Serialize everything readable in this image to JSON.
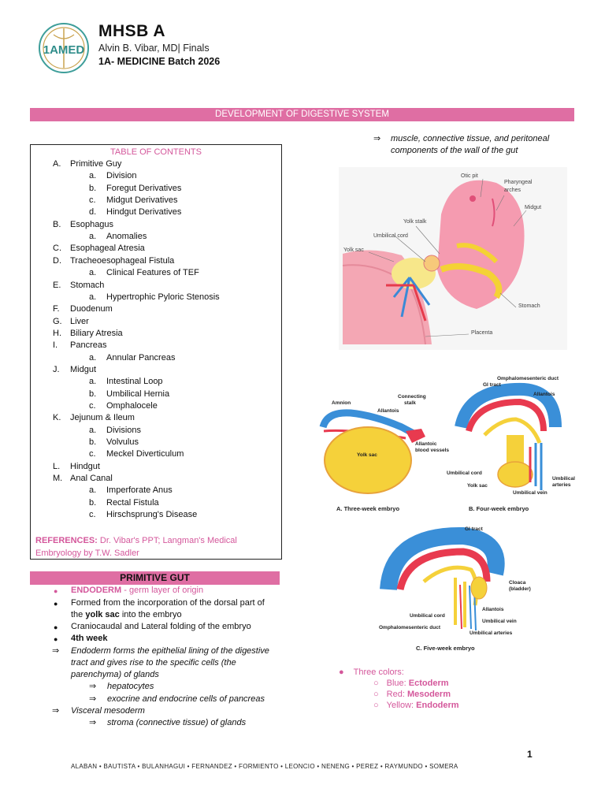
{
  "header": {
    "logo_text": "1AMED",
    "title": "MHSB A",
    "subtitle": "Alvin B. Vibar, MD| Finals",
    "batch": "1A- MEDICINE Batch 2026"
  },
  "section_title": "DEVELOPMENT OF DIGESTIVE SYSTEM",
  "toc": {
    "title": "TABLE OF CONTENTS",
    "items": [
      {
        "marker": "A.",
        "text": "Primitive Guy",
        "level": 1
      },
      {
        "marker": "a.",
        "text": "Division",
        "level": 2
      },
      {
        "marker": "b.",
        "text": "Foregut Derivatives",
        "level": 2
      },
      {
        "marker": "c.",
        "text": "Midgut Derivatives",
        "level": 2
      },
      {
        "marker": "d.",
        "text": "Hindgut Derivatives",
        "level": 2
      },
      {
        "marker": "B.",
        "text": "Esophagus",
        "level": 1
      },
      {
        "marker": "a.",
        "text": "Anomalies",
        "level": 2
      },
      {
        "marker": "C.",
        "text": "Esophageal Atresia",
        "level": 1
      },
      {
        "marker": "D.",
        "text": "Tracheoesophageal Fistula",
        "level": 1
      },
      {
        "marker": "a.",
        "text": "Clinical Features of TEF",
        "level": 2
      },
      {
        "marker": "E.",
        "text": "Stomach",
        "level": 1
      },
      {
        "marker": "a.",
        "text": "Hypertrophic Pyloric Stenosis",
        "level": 2
      },
      {
        "marker": "F.",
        "text": "Duodenum",
        "level": 1
      },
      {
        "marker": "G.",
        "text": "Liver",
        "level": 1
      },
      {
        "marker": "H.",
        "text": "Biliary Atresia",
        "level": 1
      },
      {
        "marker": "I.",
        "text": "Pancreas",
        "level": 1
      },
      {
        "marker": "a.",
        "text": "Annular Pancreas",
        "level": 2
      },
      {
        "marker": "J.",
        "text": "Midgut",
        "level": 1
      },
      {
        "marker": "a.",
        "text": "Intestinal Loop",
        "level": 2
      },
      {
        "marker": "b.",
        "text": "Umbilical Hernia",
        "level": 2
      },
      {
        "marker": "c.",
        "text": "Omphalocele",
        "level": 2
      },
      {
        "marker": "K.",
        "text": "Jejunum & Ileum",
        "level": 1
      },
      {
        "marker": "a.",
        "text": "Divisions",
        "level": 2
      },
      {
        "marker": "b.",
        "text": "Volvulus",
        "level": 2
      },
      {
        "marker": "c.",
        "text": "Meckel Diverticulum",
        "level": 2
      },
      {
        "marker": "L.",
        "text": "Hindgut",
        "level": 1
      },
      {
        "marker": "M.",
        "text": "Anal Canal",
        "level": 1
      },
      {
        "marker": "a.",
        "text": "Imperforate Anus",
        "level": 2
      },
      {
        "marker": "b.",
        "text": "Rectal Fistula",
        "level": 2
      },
      {
        "marker": "c.",
        "text": "Hirschsprung's Disease",
        "level": 2
      }
    ],
    "references_label": "REFERENCES:",
    "references_text": "Dr. Vibar's PPT; Langman's Medical Embryology by T.W. Sadler"
  },
  "primitive_gut": {
    "title": "PRIMITIVE GUT",
    "endoderm_label": "ENDODERM",
    "endoderm_desc": "- germ layer of origin",
    "bullet1_a": "Formed from the incorporation of the dorsal part of",
    "bullet1_b_pre": "the ",
    "bullet1_b_bold": "yolk sac",
    "bullet1_b_post": " into the embryo",
    "bullet2": "Craniocaudal and Lateral folding of the embryo",
    "bullet3": "4th week",
    "arrow1_a": "Endoderm forms the epithelial lining of the digestive",
    "arrow1_b": "tract and gives rise to the specific cells (the",
    "arrow1_c": "parenchyma) of glands",
    "sub1": "hepatocytes",
    "sub2": "exocrine and endocrine cells of pancreas",
    "arrow2": "Visceral mesoderm",
    "sub3": "stroma (connective tissue) of glands"
  },
  "right_col": {
    "arrow_a": "muscle, connective tissue, and peritoneal",
    "arrow_b": "components of the wall of the gut"
  },
  "figure1": {
    "labels": [
      "Otic pit",
      "Pharyngeal",
      "arches",
      "Midgut",
      "Yolk stalk",
      "Umbilical cord",
      "Yolk sac",
      "Stomach",
      "Placenta"
    ]
  },
  "figure2": {
    "caption_a": "A. Three-week embryo",
    "caption_b": "B. Four-week embryo",
    "labels_a": [
      "Amnion",
      "Connecting",
      "stalk",
      "Allantois",
      "Yolk sac",
      "Allantoic",
      "blood vessels"
    ],
    "labels_b": [
      "Omphalomesenteric duct",
      "GI tract",
      "Allantois",
      "Umbilical cord",
      "Yolk sac",
      "Umbilical",
      "arteries",
      "Umbilical vein"
    ]
  },
  "figure3": {
    "caption": "C. Five-week embryo",
    "labels": [
      "GI tract",
      "Cloaca",
      "(bladder)",
      "Allantois",
      "Umbilical cord",
      "Umbilical vein",
      "Omphalomesenteric duct",
      "Umbilical arteries"
    ]
  },
  "three_colors": {
    "title": "Three colors:",
    "items": [
      {
        "label": "Blue: ",
        "value": "Ectoderm"
      },
      {
        "label": "Red: ",
        "value": "Mesoderm"
      },
      {
        "label": "Yellow: ",
        "value": "Endoderm"
      }
    ]
  },
  "page_number": "1",
  "footer": "ALABAN • BAUTISTA • BULANHAGUI • FERNANDEZ • FORMIENTO • LEONCIO • NENENG • PEREZ • RAYMUNDO • SOMERA",
  "colors": {
    "accent": "#df6ea3",
    "accent_text": "#d4579b",
    "ectoderm": "#3a8fd8",
    "mesoderm": "#e83a4f",
    "endoderm": "#f7d23b"
  }
}
